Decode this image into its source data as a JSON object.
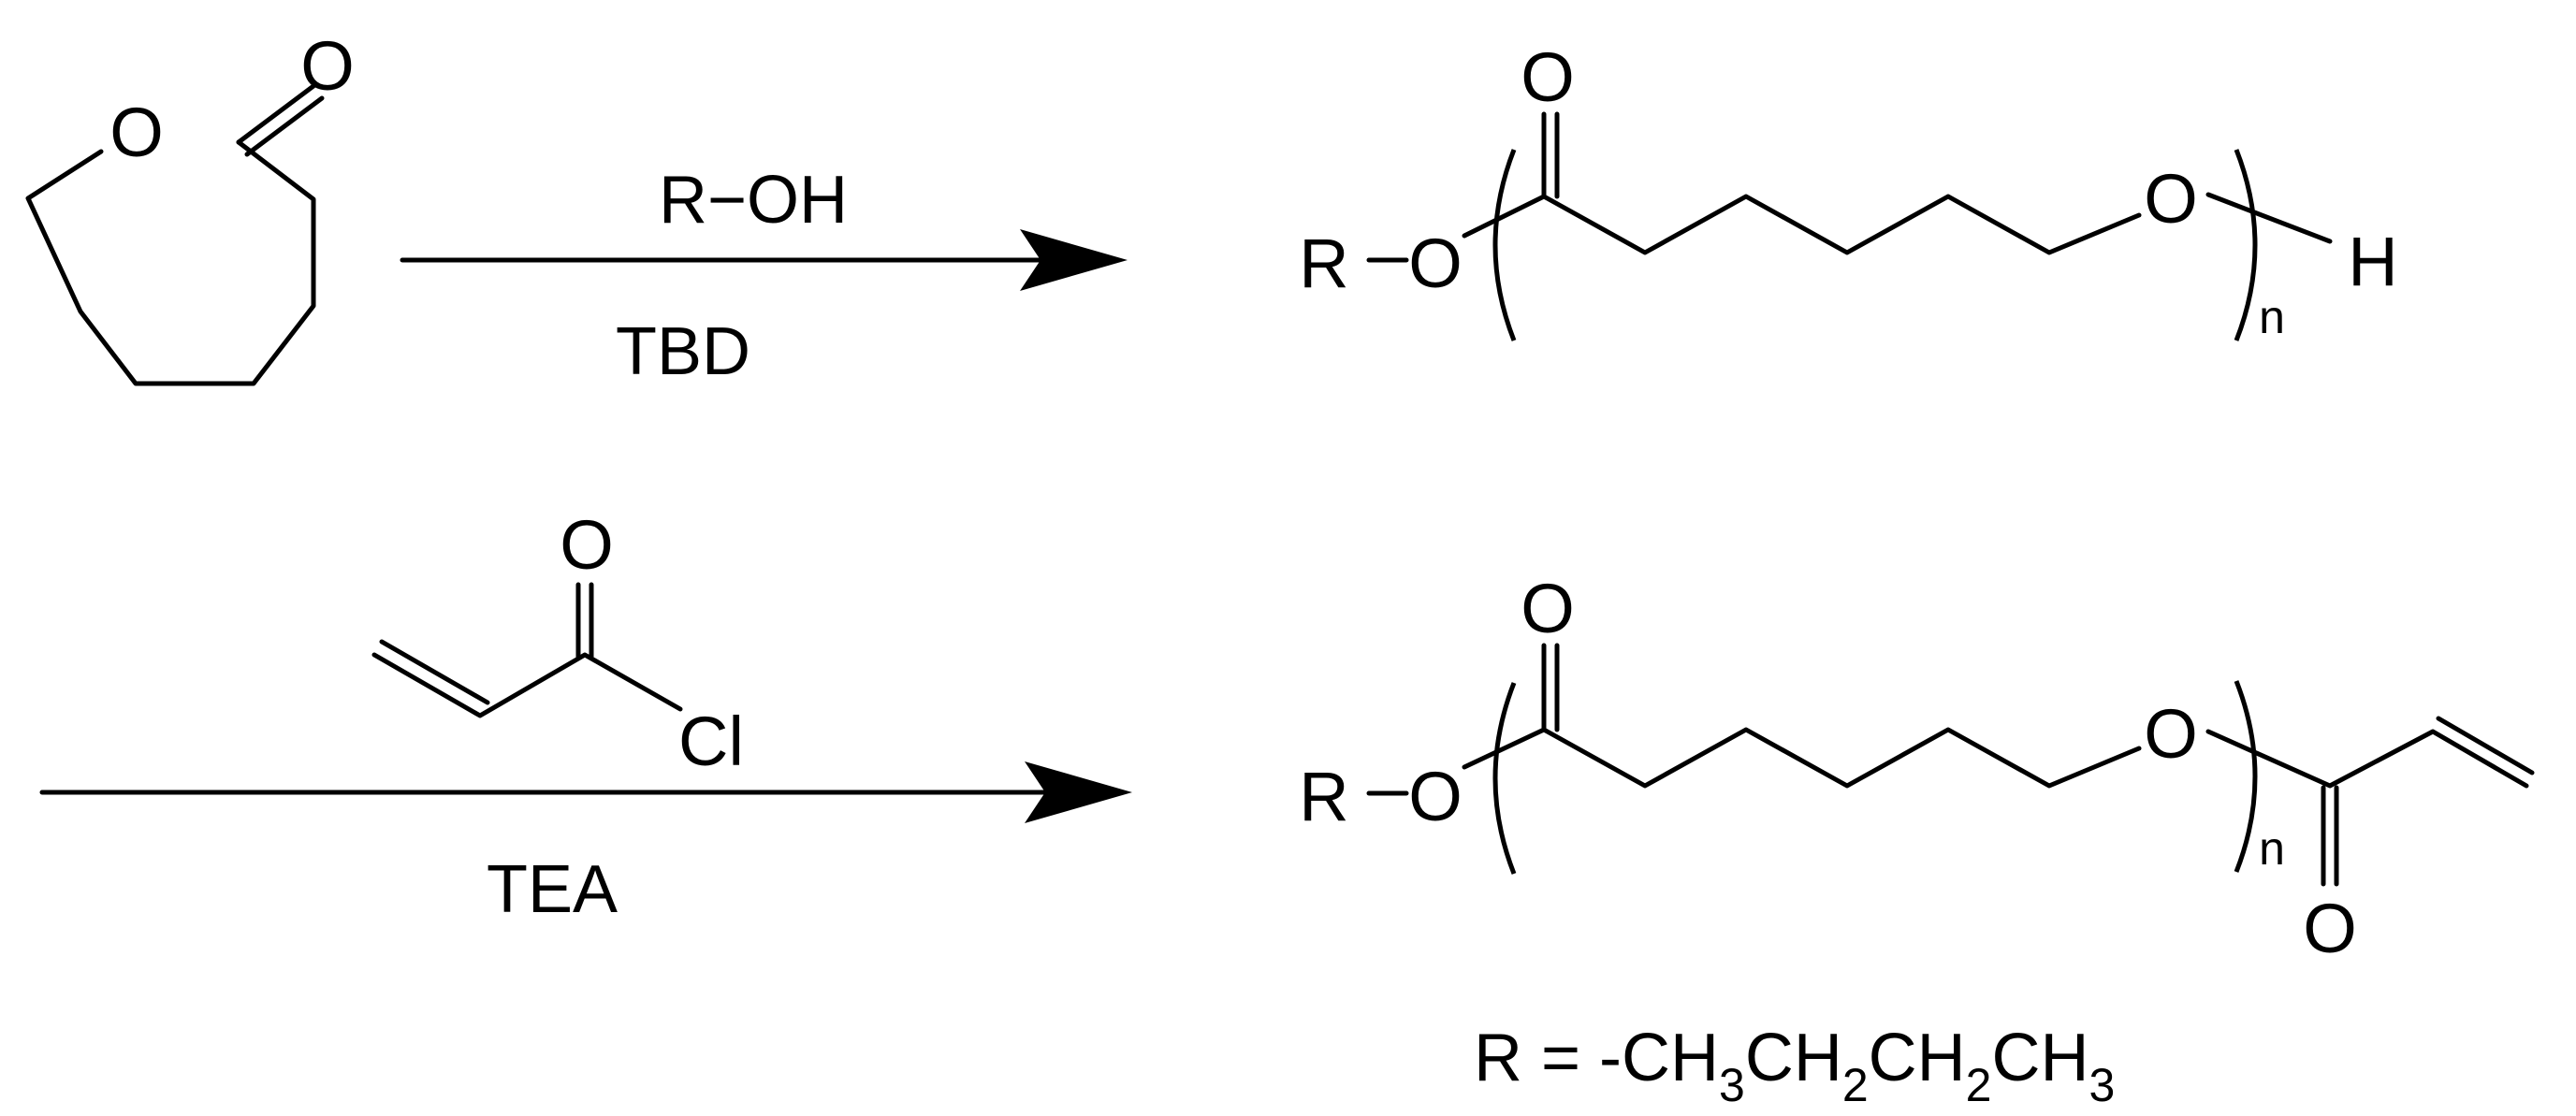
{
  "atoms": {
    "oxygen": "O",
    "chlorine": "Cl",
    "hydrogen": "H",
    "r_group": "R",
    "repeat_index": "n"
  },
  "reagents": {
    "step1_above": "R−OH",
    "step1_below": "TBD",
    "step2_below": "TEA"
  },
  "definition": {
    "prefix": "R = -CH",
    "sub1": "3",
    "mid1": "CH",
    "sub2": "2",
    "mid2": "CH",
    "sub3": "2",
    "mid3": "CH",
    "sub4": "3"
  },
  "colors": {
    "ink": "#000000",
    "background": "#ffffff"
  }
}
